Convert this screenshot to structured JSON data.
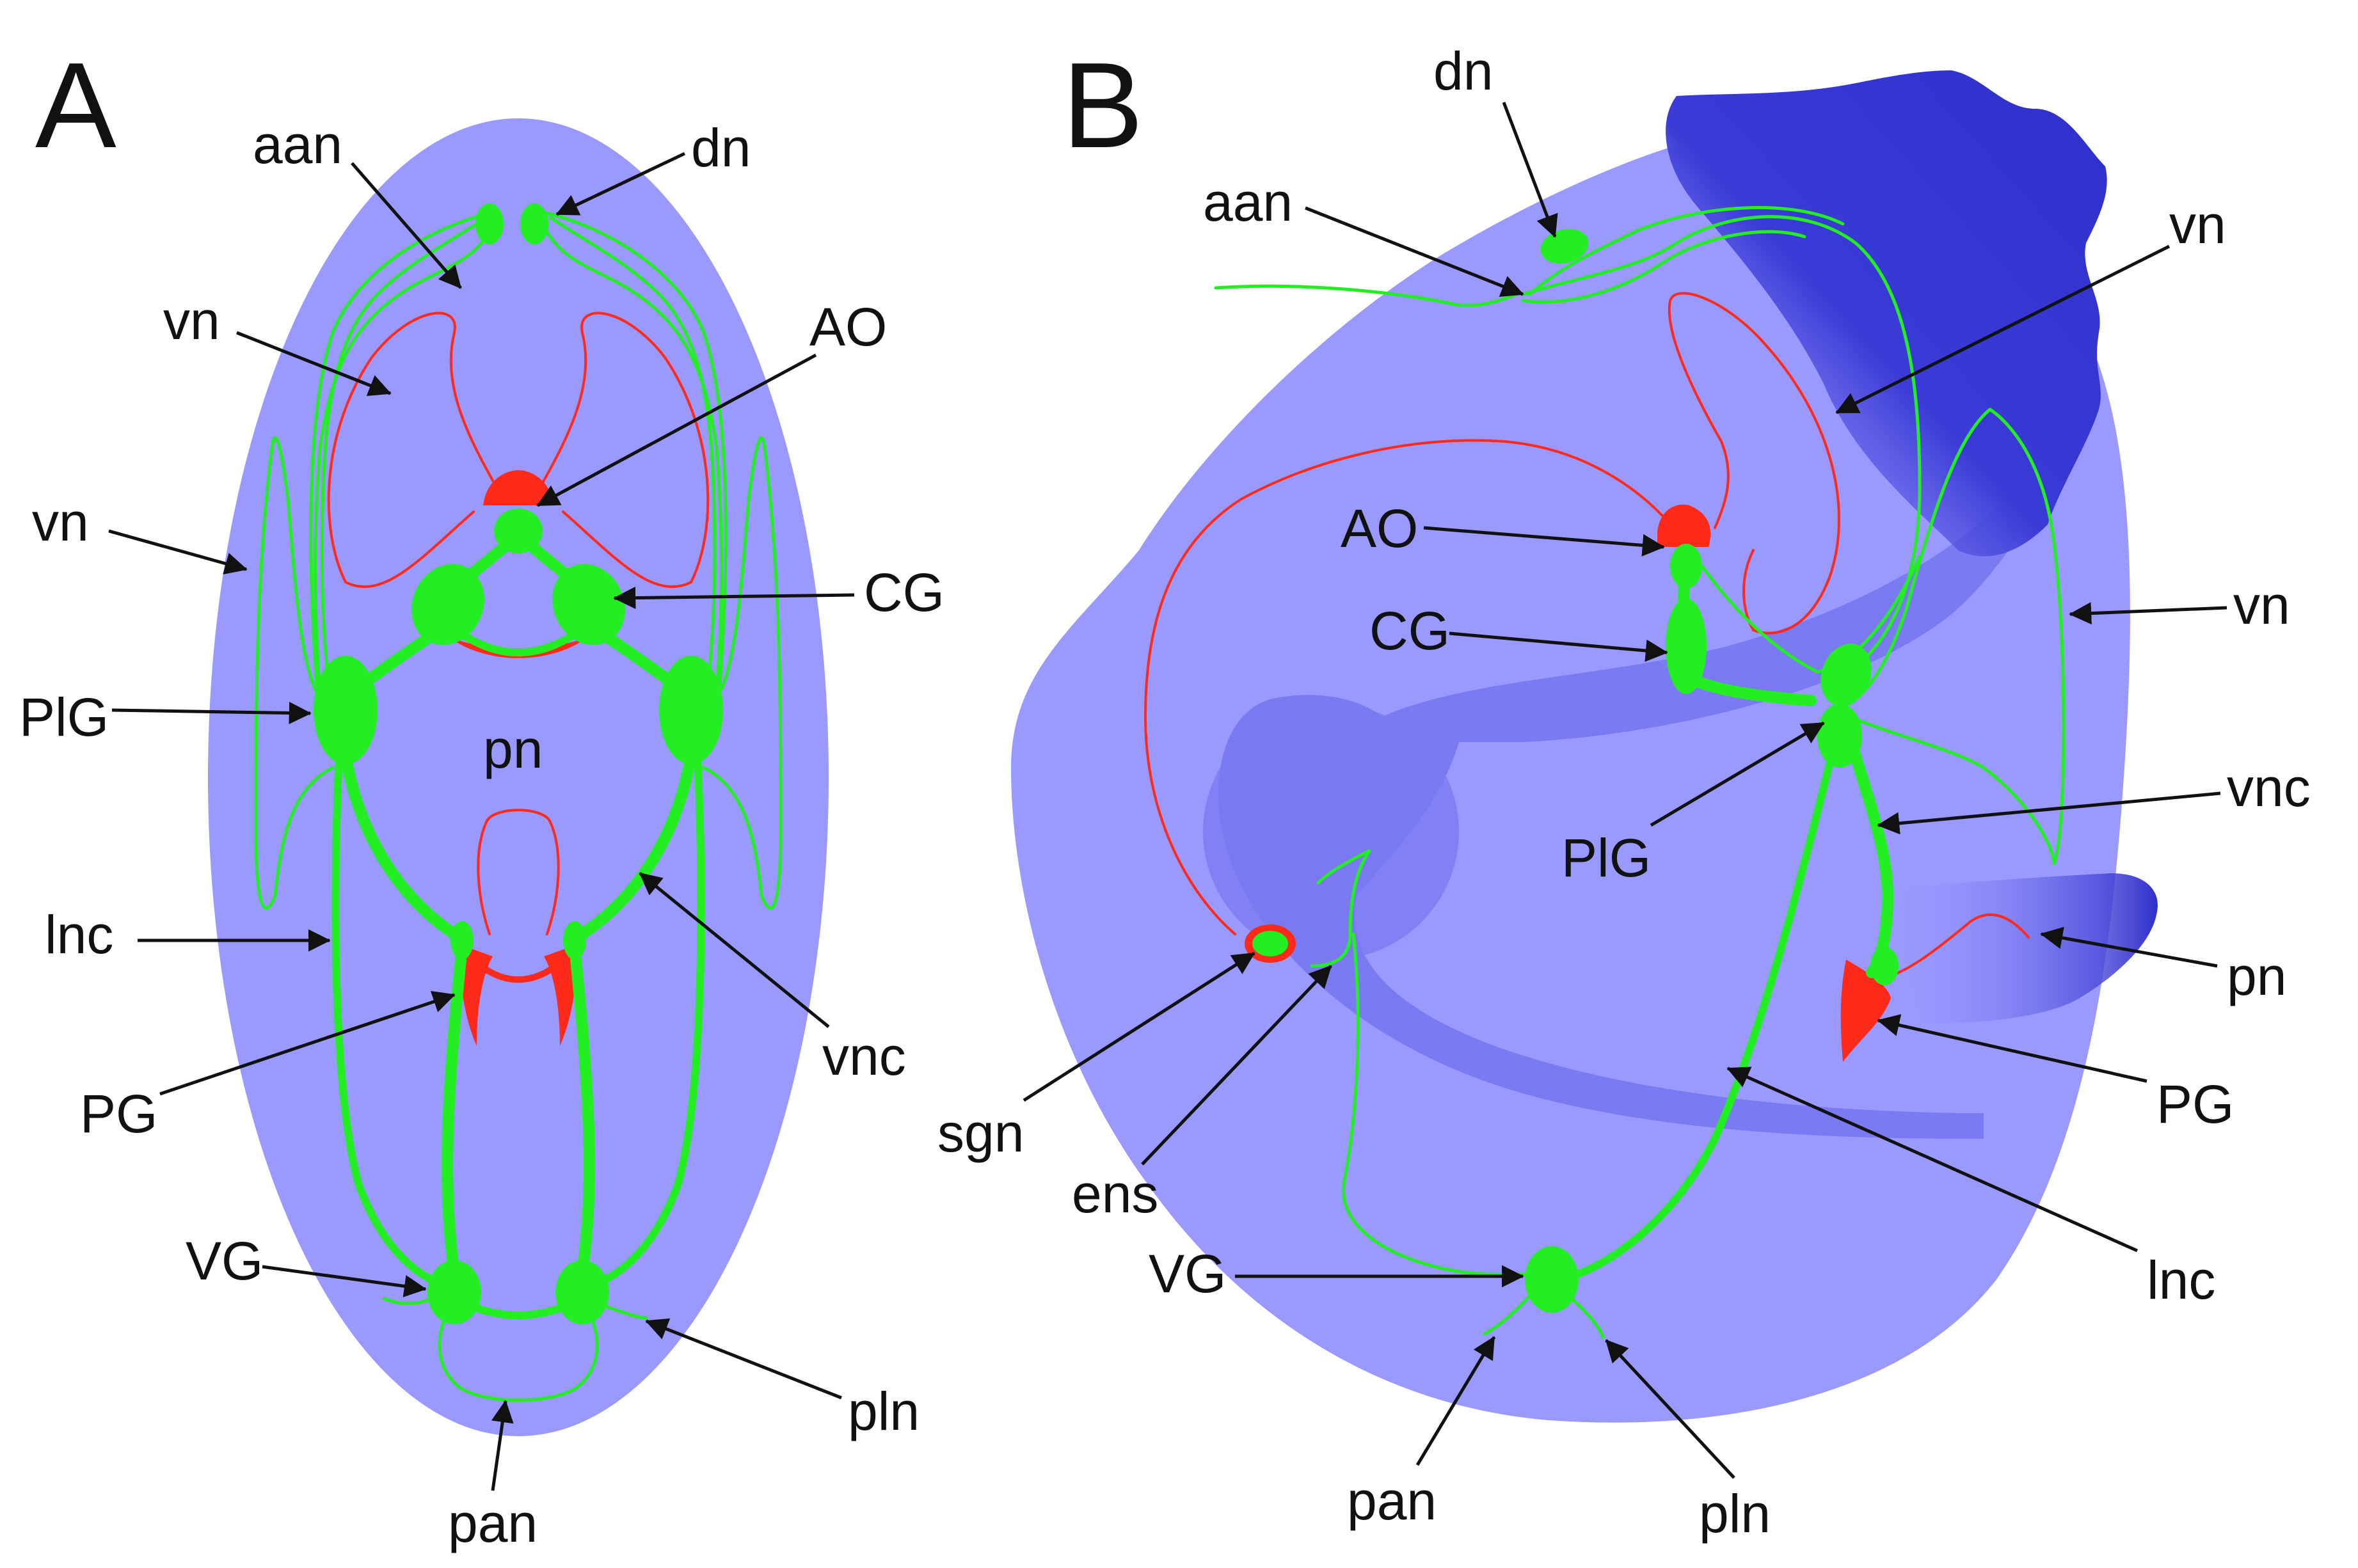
{
  "colors": {
    "body": "#9999ff",
    "body_dark": "#7a7af2",
    "foot_dark": "#2f2fcc",
    "nerve": "#22ee22",
    "red_organ": "#ff2a1a",
    "text": "#111111"
  },
  "panel_a": {
    "letter": "A",
    "labels": {
      "aan": "aan",
      "dn": "dn",
      "vn_inner": "vn",
      "AO": "AO",
      "vn_outer": "vn",
      "CG": "CG",
      "PlG": "PlG",
      "pn": "pn",
      "lnc": "lnc",
      "vnc": "vnc",
      "PG": "PG",
      "VG": "VG",
      "pln": "pln",
      "pan": "pan"
    }
  },
  "panel_b": {
    "letter": "B",
    "labels": {
      "dn": "dn",
      "aan": "aan",
      "vn_upper": "vn",
      "AO": "AO",
      "CG": "CG",
      "vn_right": "vn",
      "PlG": "PlG",
      "vnc": "vnc",
      "pn": "pn",
      "PG": "PG",
      "sgn": "sgn",
      "ens": "ens",
      "lnc": "lnc",
      "VG": "VG",
      "pan": "pan",
      "pln": "pln"
    }
  }
}
